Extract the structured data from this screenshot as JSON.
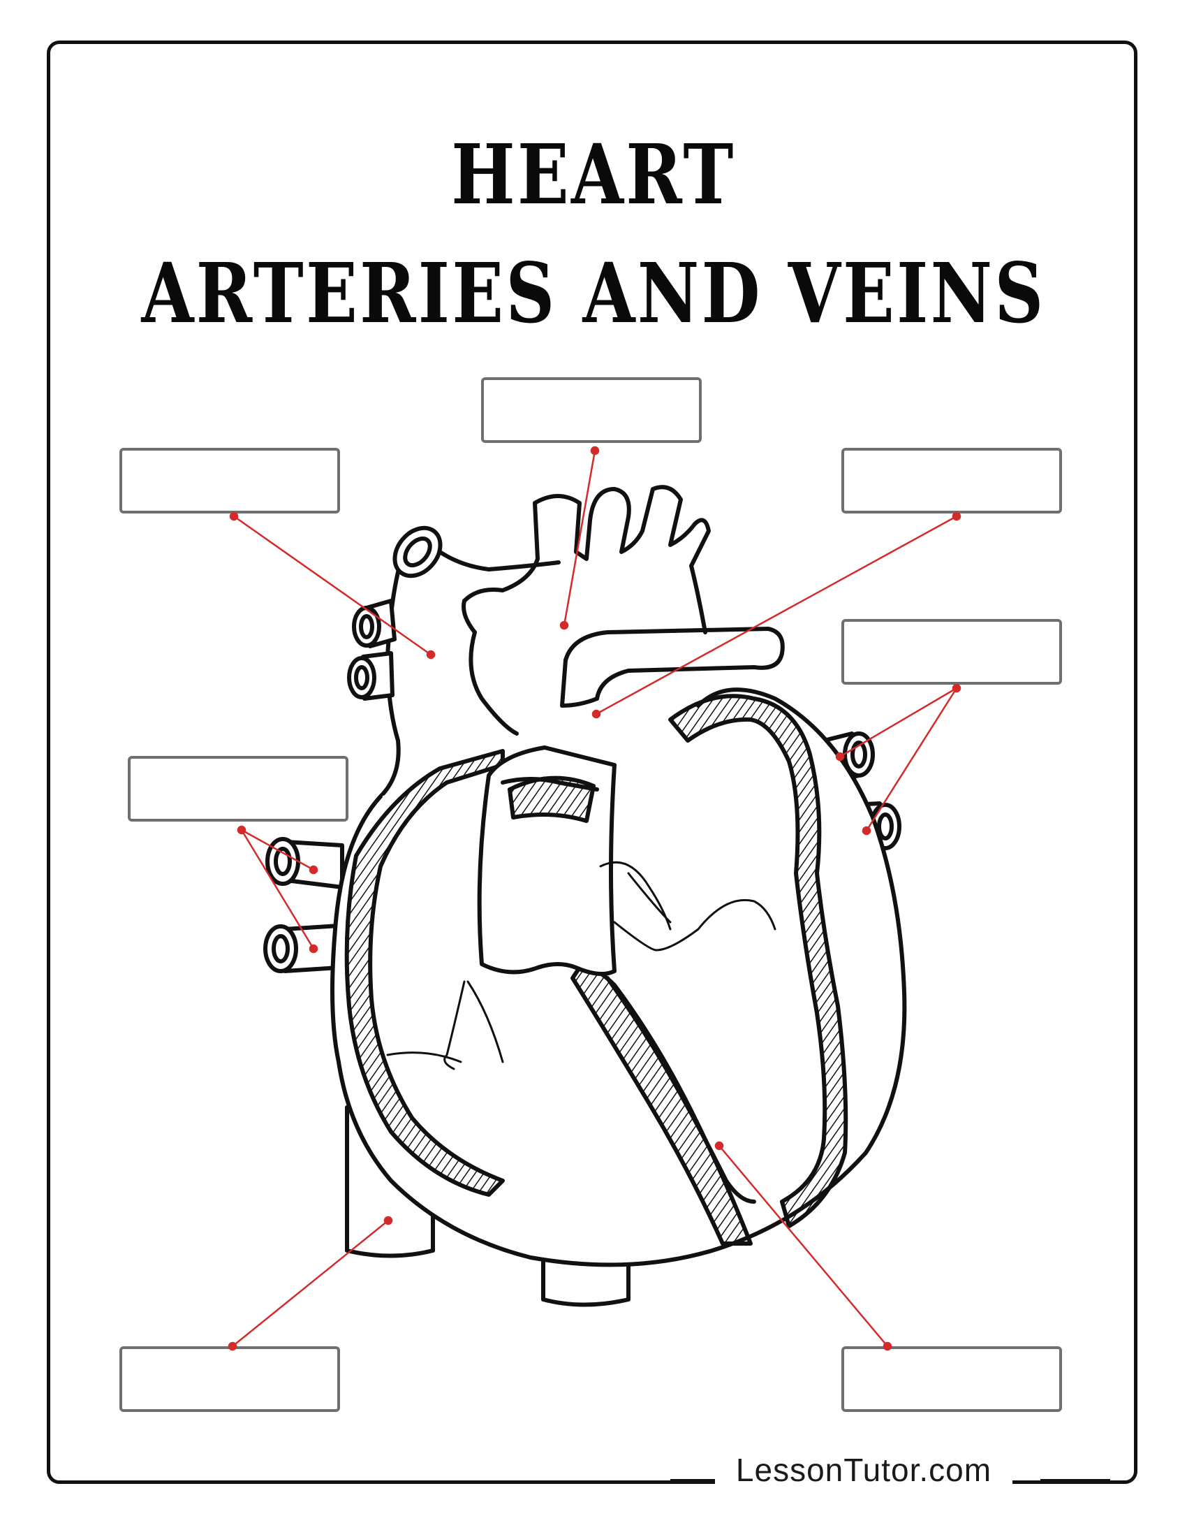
{
  "title": {
    "line1": "HEART",
    "line2": "ARTERIES AND VEINS"
  },
  "labels": [
    {
      "id": "top-center",
      "text": ""
    },
    {
      "id": "upper-left",
      "text": ""
    },
    {
      "id": "upper-right",
      "text": ""
    },
    {
      "id": "mid-right",
      "text": ""
    },
    {
      "id": "mid-left",
      "text": ""
    },
    {
      "id": "bottom-left",
      "text": ""
    },
    {
      "id": "bottom-right",
      "text": ""
    }
  ],
  "footer": {
    "site": "LessonTutor.com"
  },
  "colors": {
    "leader_line": "#d42a2a",
    "outline": "#111111",
    "box_border": "#6f6f6f"
  }
}
